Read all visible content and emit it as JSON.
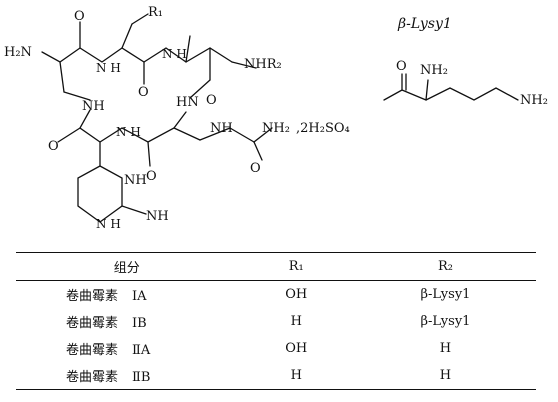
{
  "structure": {
    "labels": {
      "r1": "R₁",
      "h2n": "H₂N",
      "nh_top": "N\nH",
      "nh_right": "N\nH",
      "nhr2": "NHR₂",
      "nh_left": "NH",
      "hn_mid": "HN",
      "n_mid": "N\nH",
      "nh_urea": "NH",
      "nh2_urea": "NH₂",
      "salt": ",2H₂SO₄",
      "o_top": "O",
      "o_mid": "O",
      "o_left": "O",
      "o_bottom": "O",
      "o_urea": "O",
      "nh_ring": "NH",
      "nh_ring_bottom": "N\nH",
      "nh_imine": "NH"
    },
    "side_chain": {
      "title": "β-Lysy1",
      "o": "O",
      "nh2_a": "NH₂",
      "nh2_b": "NH₂"
    }
  },
  "table": {
    "headers": [
      "组分",
      "R₁",
      "R₂"
    ],
    "rows": [
      {
        "name": "卷曲霉素",
        "cls": "ⅠA",
        "r1": "OH",
        "r2": "β-Lysy1"
      },
      {
        "name": "卷曲霉素",
        "cls": "ⅠB",
        "r1": "H",
        "r2": "β-Lysy1"
      },
      {
        "name": "卷曲霉素",
        "cls": "ⅡA",
        "r1": "OH",
        "r2": "H"
      },
      {
        "name": "卷曲霉素",
        "cls": "ⅡB",
        "r1": "H",
        "r2": "H"
      }
    ]
  }
}
